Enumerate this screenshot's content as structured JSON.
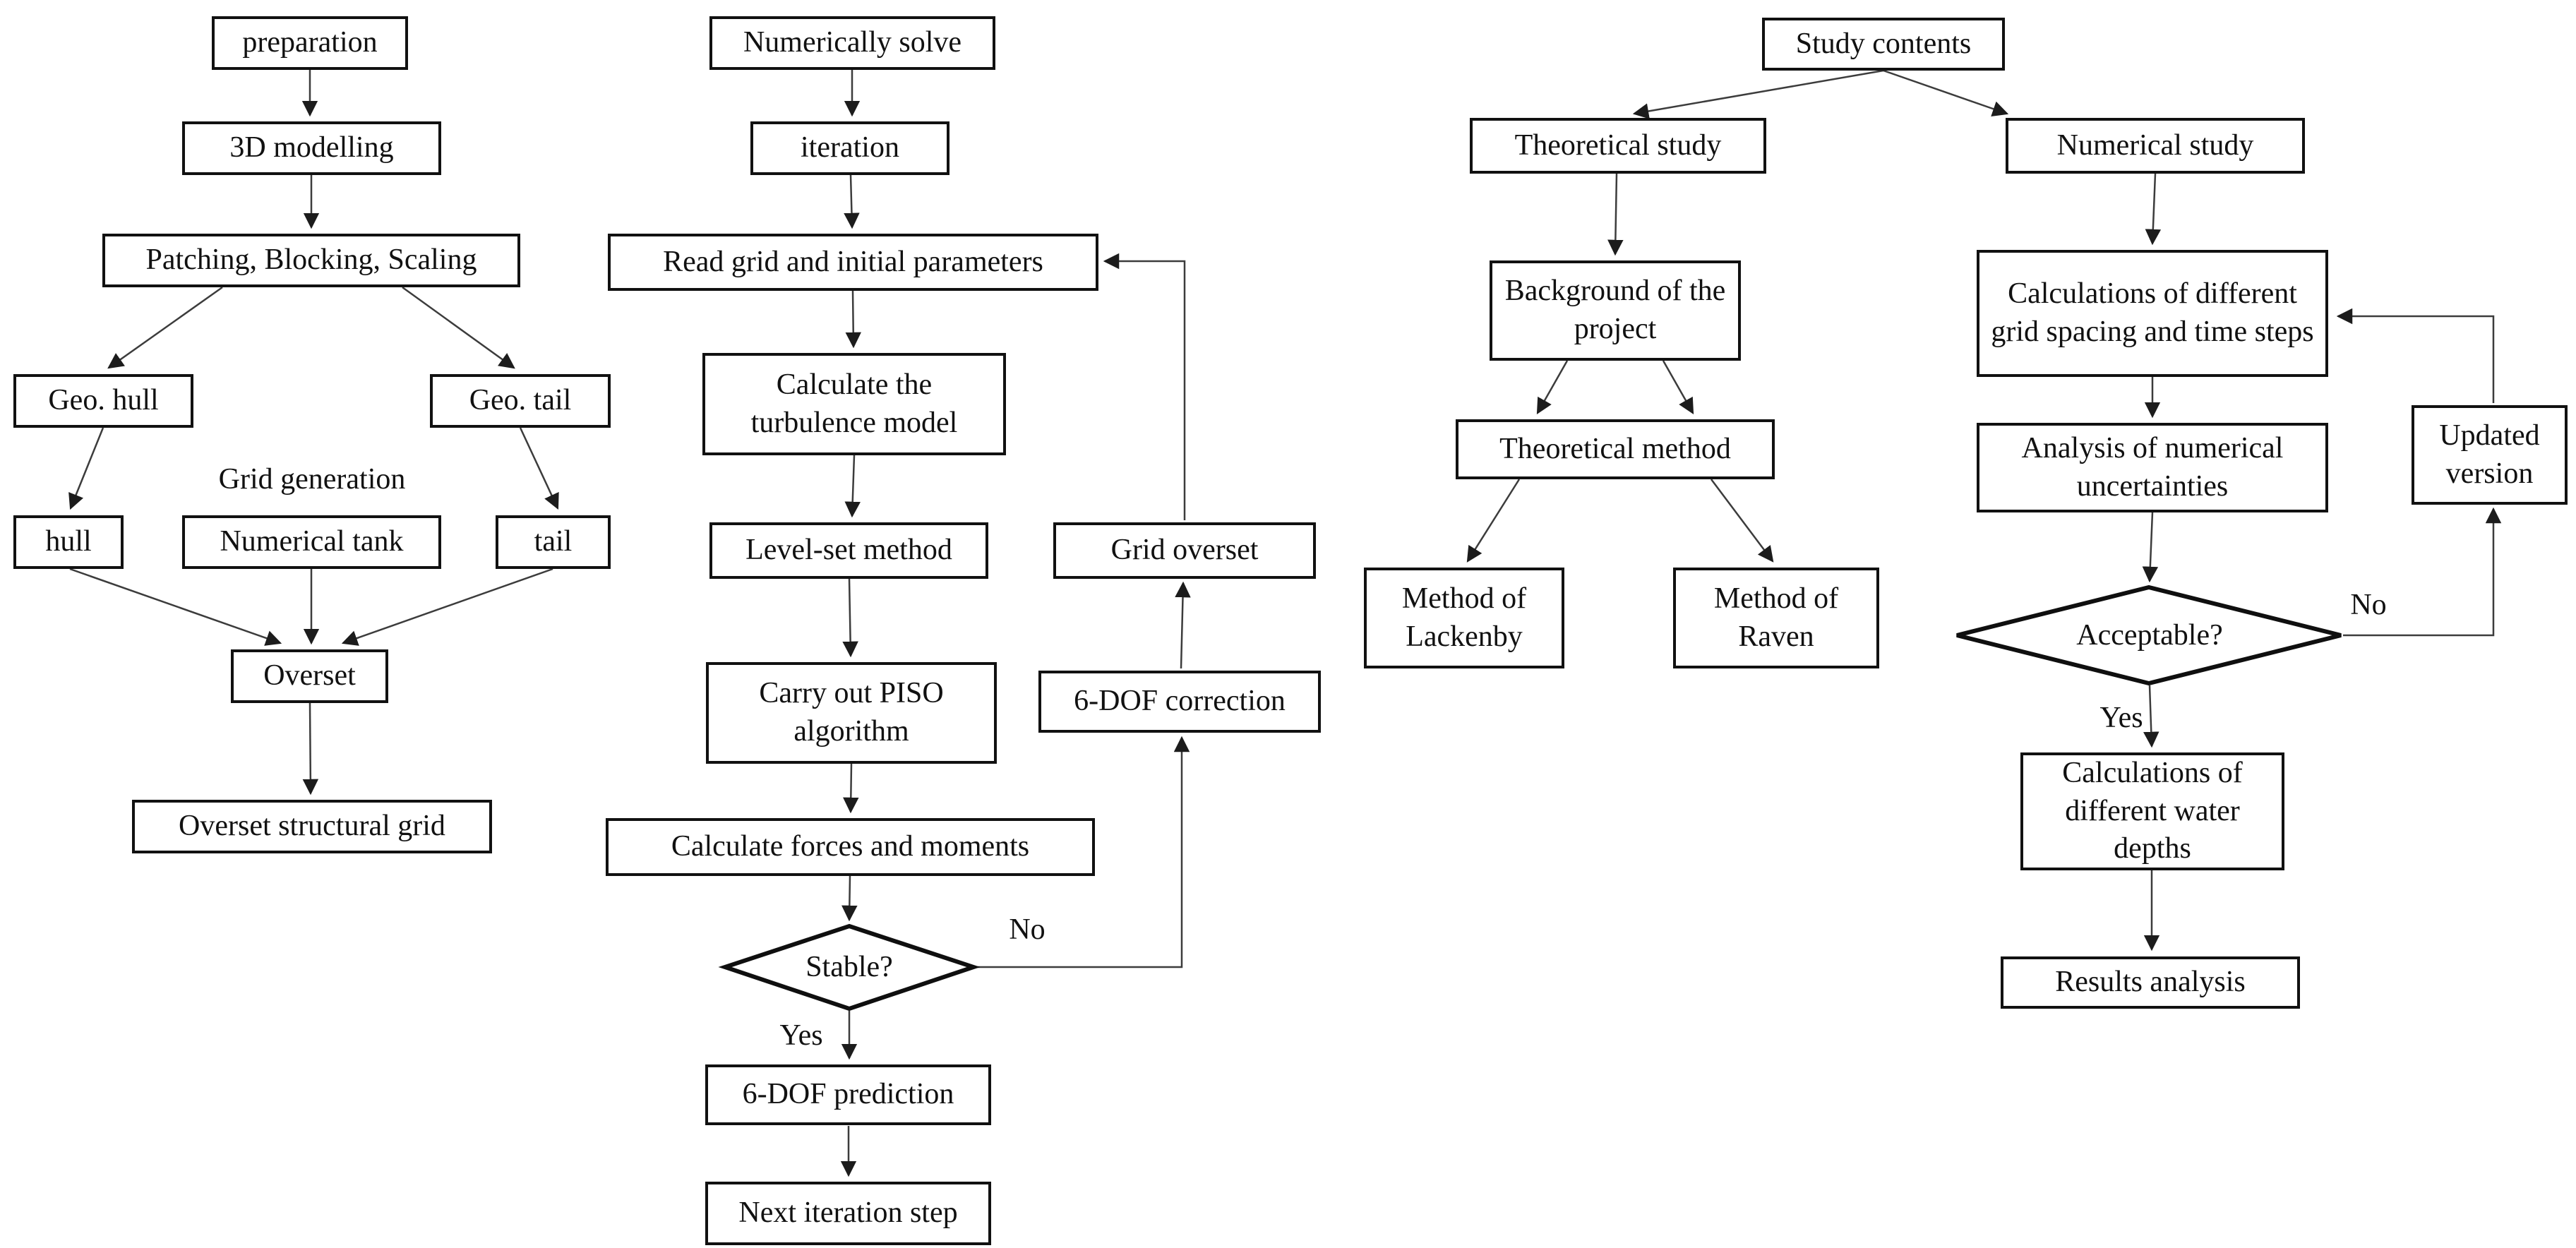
{
  "diagram": {
    "colors": {
      "background": "#ffffff",
      "line": "#3c3c3c",
      "box_border": "#111111",
      "text": "#111111"
    },
    "left": {
      "preparation": "preparation",
      "modelling_3d": "3D modelling",
      "patching_blocking_scaling": "Patching, Blocking, Scaling",
      "geo_hull": "Geo. hull",
      "geo_tail": "Geo. tail",
      "grid_generation_label": "Grid generation",
      "hull": "hull",
      "numerical_tank": "Numerical tank",
      "tail": "tail",
      "overset": "Overset",
      "overset_structural_grid": "Overset structural grid"
    },
    "middle": {
      "numerically_solve": "Numerically solve",
      "iteration": "iteration",
      "read_grid": "Read grid and initial parameters",
      "turbulence_model": "Calculate the turbulence model",
      "level_set": "Level-set method",
      "grid_overset": "Grid overset",
      "piso": "Carry out PISO algorithm",
      "dof_correction": "6-DOF correction",
      "forces_moments": "Calculate forces and moments",
      "stable": "Stable?",
      "no": "No",
      "yes": "Yes",
      "dof_prediction": "6-DOF prediction",
      "next_iteration": "Next iteration step"
    },
    "right": {
      "study_contents": "Study contents",
      "theoretical_study": "Theoretical study",
      "numerical_study": "Numerical study",
      "background_project": "Background of the project",
      "theoretical_method": "Theoretical method",
      "method_lackenby": "Method of Lackenby",
      "method_raven": "Method of Raven",
      "calc_grid_spacing": "Calculations of different grid spacing and time steps",
      "analysis_uncertainties": "Analysis of numerical uncertainties",
      "acceptable": "Acceptable?",
      "no": "No",
      "yes": "Yes",
      "updated_version": "Updated version",
      "calc_water_depths": "Calculations of different water depths",
      "results_analysis": "Results analysis"
    }
  }
}
